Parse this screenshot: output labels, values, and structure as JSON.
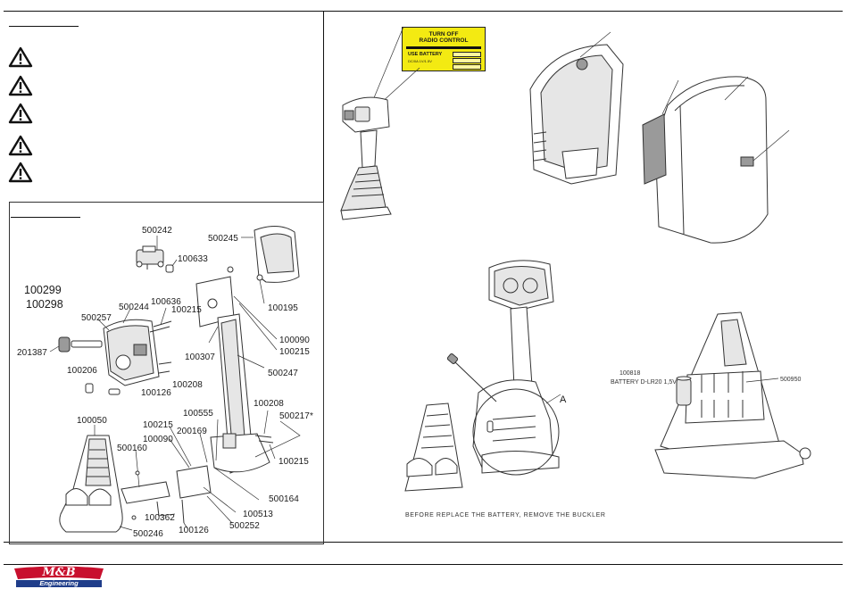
{
  "parts": {
    "p500242": "500242",
    "p100633": "100633",
    "p500245": "500245",
    "p100299": "100299",
    "p100298": "100298",
    "p100636": "100636",
    "p500244": "500244",
    "p100215a": "100215",
    "p500257": "500257",
    "p201387": "201387",
    "p100206": "100206",
    "p100307": "100307",
    "p100195": "100195",
    "p100090a": "100090",
    "p100215b": "100215",
    "p500247": "500247",
    "p100208a": "100208",
    "p100126a": "100126",
    "p100050": "100050",
    "p100555": "100555",
    "p100208b": "100208",
    "p500217": "500217*",
    "p100215c": "100215",
    "p200169": "200169",
    "p100090b": "100090",
    "p500160": "500160",
    "p100215d": "100215",
    "p500164": "500164",
    "p100513": "100513",
    "p100362": "100362",
    "p500252": "500252",
    "p100126b": "100126",
    "p500246": "500246"
  },
  "sticker": {
    "line1": "TURN OFF",
    "line2": "RADIO CONTROL",
    "line3": "USE BATTERY",
    "line4": "DC/0A 1V/1.5V"
  },
  "battery": {
    "code": "100818",
    "label": "BATTERY D-LR20 1,5V",
    "ref": "500950"
  },
  "detail_letter": "A",
  "caption": "BEFORE REPLACE THE BATTERY, REMOVE THE BUCKLER",
  "logo": {
    "name": "M&B",
    "sub": "Engineering",
    "primary_color": "#c8102e",
    "secondary_color": "#1f3d8a"
  },
  "icons": [
    "warning-icon",
    "warning-icon",
    "warning-icon",
    "warning-icon",
    "warning-icon"
  ]
}
